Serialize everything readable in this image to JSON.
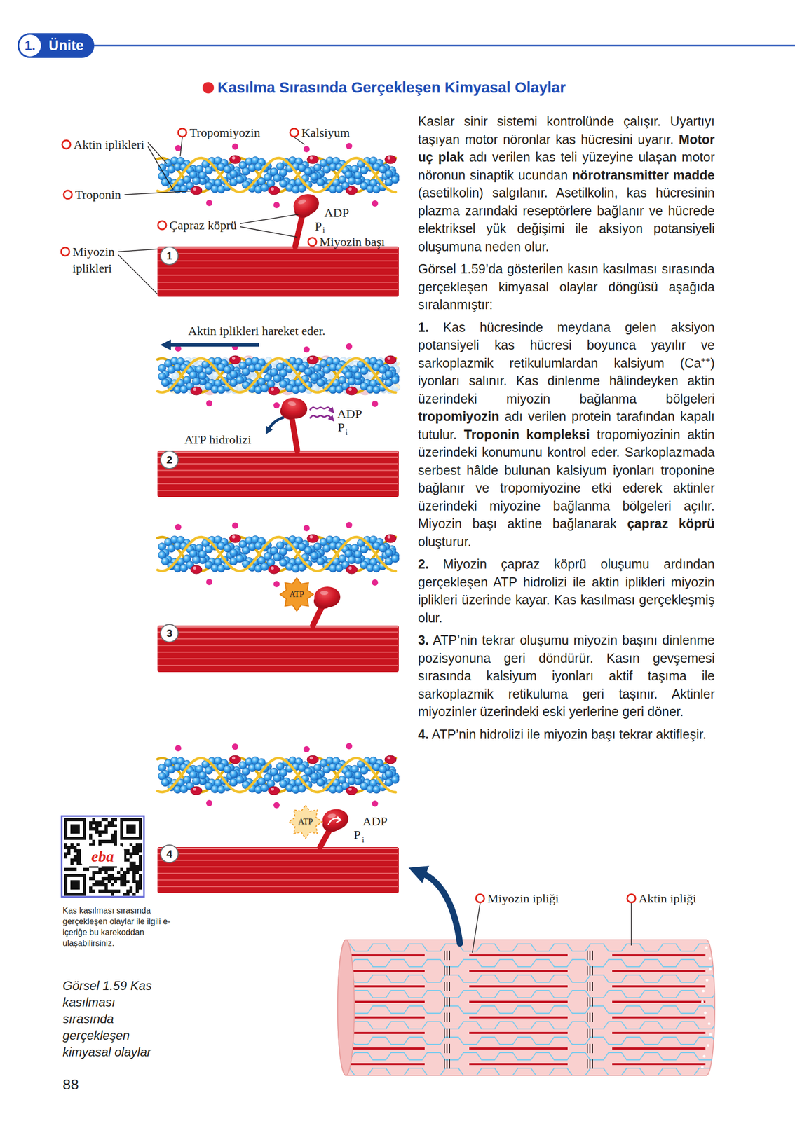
{
  "diagram": {
    "title": "Kasılma Sırasında Gerçekleşen Kimyasal Olaylar",
    "caption": "Görsel 1.59 Kas kasılması sırasında gerçekleşen kimyasal olaylar",
    "nodes": [
      {
        "text": [
          "1.",
          "Ünite"
        ]
      },
      {
        "text": [
          "1"
        ]
      },
      {
        "text": [
          "2"
        ]
      },
      {
        "text": [
          "3"
        ]
      },
      {
        "text": [
          "4"
        ]
      }
    ],
    "labels": [
      "Tropomiyozin",
      "Kalsiyum",
      "Aktin iplikleri",
      "Troponin",
      "ADP",
      "P",
      "i",
      "Çapraz köprü",
      "Miyozin başı",
      "Miyozin iplikleri",
      "Aktin iplikleri hareket eder.",
      "ADP",
      "P",
      "i",
      "ATP hidrolizi",
      "ATP",
      "ATP",
      "ADP",
      "P",
      "i",
      "Kaslar sinir sistemi kontrolünde çalışır. Uyartıyı taşıyan motor nöronlar kas hücresini uyarır. ",
      "Motor uç plak",
      " adı verilen kas teli yüzeyine ulaşan motor nöronun sinaptik ucundan ",
      "nörotransmitter madde",
      " (asetilkolin) salgılanır. Asetilkolin, kas hücresinin plazma zarındaki reseptörlere bağlanır ve hücrede elektriksel yük değişimi ile aksiyon potansiyeli oluşumuna neden olur.",
      "Görsel 1.59’da gösterilen kasın kasılması sırasında gerçekleşen kimyasal olaylar döngüsü aşağıda sıralanmıştır:",
      "1.",
      " Kas hücresinde meydana gelen aksiyon potansiyeli kas hücresi boyunca yayılır ve sarkoplazmik retikulumlardan kalsiyum (Ca",
      "++",
      ") iyonları salınır. Kas dinlenme hâlindeyken aktin üzerindeki miyozin bağlanma bölgeleri ",
      "tropomiyozin",
      " adı verilen protein tarafından kapalı tutulur. ",
      "Troponin kompleksi",
      " tropomiyozinin aktin üzerindeki konumunu kontrol eder. Sarkoplazmada serbest hâlde bulunan kalsiyum iyonları troponine bağlanır ve tropomiyozine etki ederek aktinler üzerindeki miyozine bağlanma bölgeleri açılır. Miyozin başı aktine bağlanarak ",
      "çapraz köprü",
      " oluşturur.",
      "2.",
      " Miyozin çapraz köprü oluşumu ardından gerçekleşen ATP hidrolizi ile aktin iplikleri miyozin iplikleri üzerinde kayar. Kas kasılması gerçekleşmiş olur.",
      "3.",
      " ATP’nin tekrar oluşumu miyozin başını dinlenme pozisyonuna geri döndürür. Kasın gevşemesi sırasında kalsiyum iyonları aktif taşıma ile sarkoplazmik retikuluma geri taşınır. Aktinler miyozinler üzerindeki eski yerlerine geri döner.",
      "4.",
      " ATP’nin hidrolizi ile miyozin başı tekrar aktifleşir.",
      "eba",
      "Kas kasılması sırasında gerçekleşen olaylar ile ilgili e-içeriğe bu karekoddan ulaşabilirsiniz.",
      "Miyozin ipliği",
      "Aktin ipliği",
      "88"
    ]
  }
}
